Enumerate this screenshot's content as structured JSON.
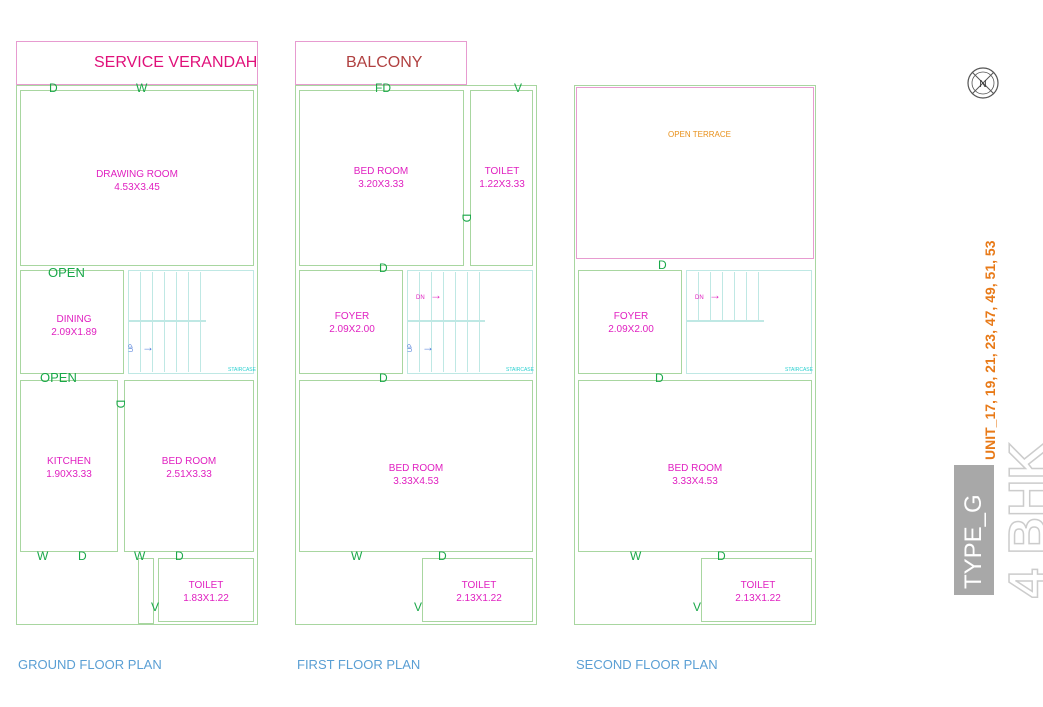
{
  "top_labels": {
    "service_verandah": "SERVICE VERANDAH",
    "balcony": "BALCONY",
    "open_terrace": "OPEN TERRACE"
  },
  "ground": {
    "drawing_room": {
      "name": "DRAWING ROOM",
      "dim": "4.53X3.45"
    },
    "dining": {
      "name": "DINING",
      "dim": "2.09X1.89"
    },
    "kitchen": {
      "name": "KITCHEN",
      "dim": "1.90X3.33"
    },
    "bed_room": {
      "name": "BED ROOM",
      "dim": "2.51X3.33"
    },
    "toilet": {
      "name": "TOILET",
      "dim": "1.83X1.22"
    },
    "open_top": "OPEN",
    "open_bottom": "OPEN",
    "plan_label": "GROUND FLOOR PLAN"
  },
  "first": {
    "bed_room_top": {
      "name": "BED ROOM",
      "dim": "3.20X3.33"
    },
    "toilet_top": {
      "name": "TOILET",
      "dim": "1.22X3.33"
    },
    "foyer": {
      "name": "FOYER",
      "dim": "2.09X2.00"
    },
    "bed_room_main": {
      "name": "BED ROOM",
      "dim": "3.33X4.53"
    },
    "toilet": {
      "name": "TOILET",
      "dim": "2.13X1.22"
    },
    "plan_label": "FIRST FLOOR PLAN"
  },
  "second": {
    "foyer": {
      "name": "FOYER",
      "dim": "2.09X2.00"
    },
    "bed_room_main": {
      "name": "BED ROOM",
      "dim": "3.33X4.53"
    },
    "toilet": {
      "name": "TOILET",
      "dim": "2.13X1.22"
    },
    "plan_label": "SECOND FLOOR PLAN"
  },
  "marks": {
    "d": "D",
    "w": "W",
    "fd": "FD",
    "v": "V",
    "up": "UP",
    "dn": "DN",
    "staircase": "STAIRCASE"
  },
  "side": {
    "bhk": "4 BHK",
    "type": "TYPE_G",
    "unit": "UNIT_17, 19, 21, 23, 47, 49, 51, 53"
  },
  "compass": {
    "letter": "N"
  },
  "colors": {
    "wall": "#a8d6a0",
    "pink_wall": "#e79bd0",
    "room_text": "#e020c0",
    "door_text": "#1aa84a",
    "label_blue": "#5a9fd4",
    "orange": "#e87a18"
  }
}
